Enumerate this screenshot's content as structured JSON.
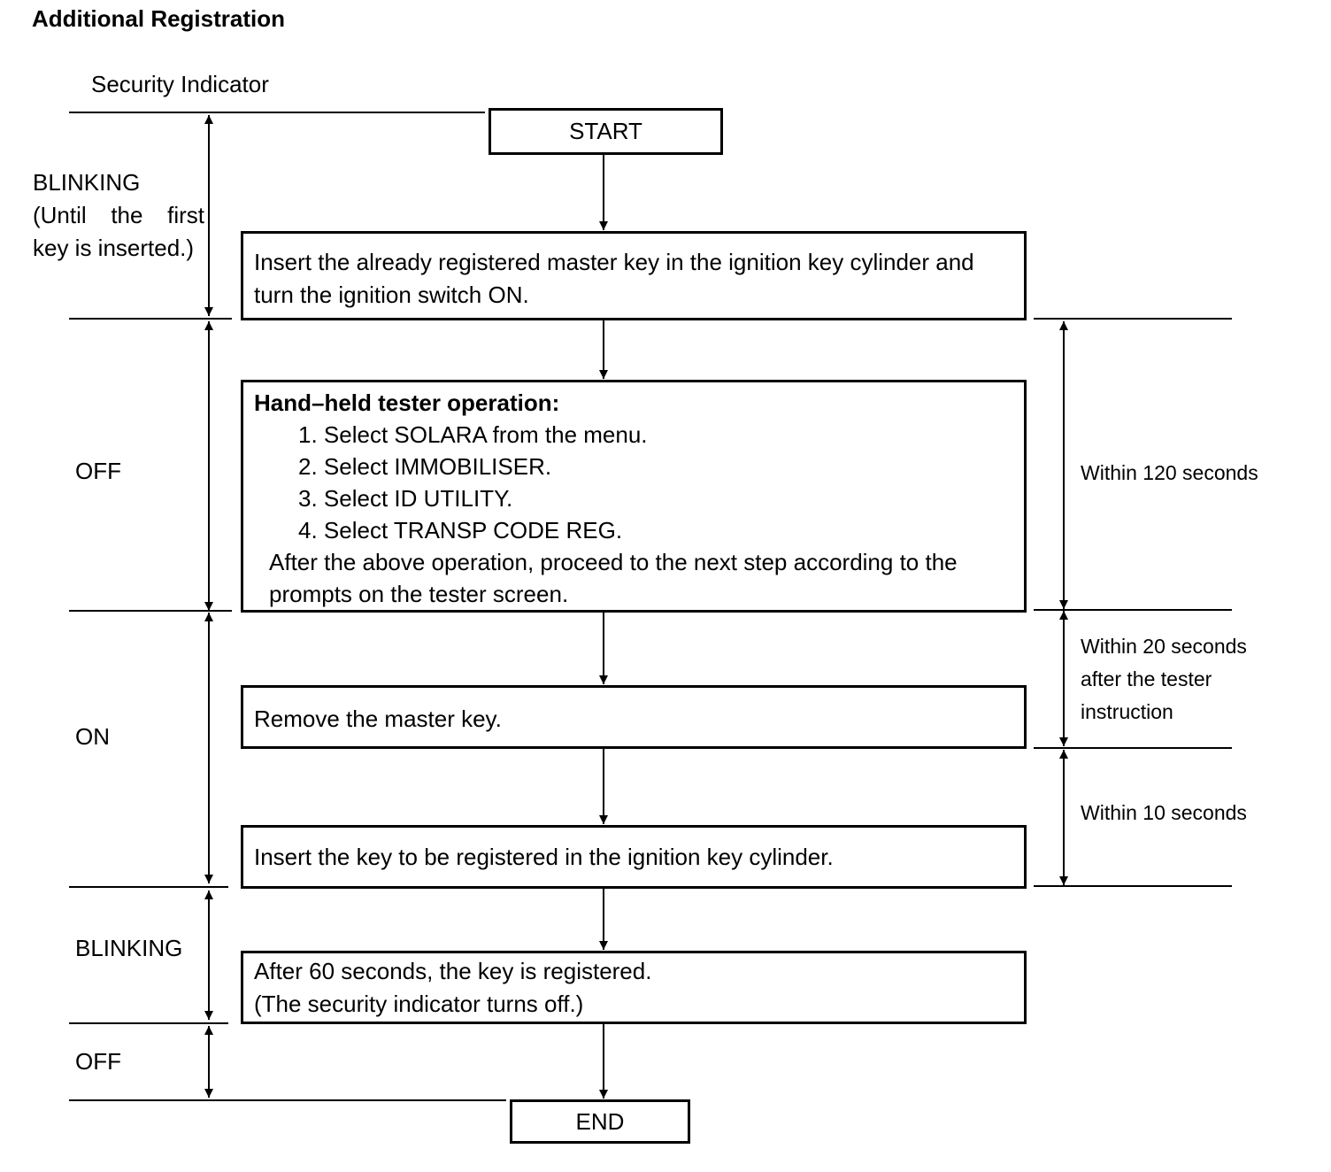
{
  "title": "Additional Registration",
  "security_indicator_label": "Security Indicator",
  "indicator_states": {
    "blinking_first": {
      "label": "BLINKING",
      "lines": [
        "(Until the first",
        "key is inserted.)"
      ]
    },
    "off_1": "OFF",
    "on": "ON",
    "blinking_second": "BLINKING",
    "off_2": "OFF"
  },
  "timing": {
    "within_120": "Within 120 seconds",
    "within_20": [
      "Within 20 seconds",
      "after the tester",
      "instruction"
    ],
    "within_10": "Within 10 seconds"
  },
  "flow": {
    "start": "START",
    "end": "END",
    "step1": [
      "Insert the already registered master key in the ignition key cylinder and",
      "turn the ignition switch ON."
    ],
    "step2": {
      "heading": "Hand–held tester operation:",
      "items": [
        "1. Select SOLARA from the menu.",
        "2. Select IMMOBILISER.",
        "3. Select ID UTILITY.",
        "4. Select TRANSP CODE REG."
      ],
      "note": [
        "After the above operation, proceed to the next step according to the",
        "prompts on the tester screen."
      ]
    },
    "step3": "Remove the master key.",
    "step4": "Insert the key to be registered in the ignition key cylinder.",
    "step5": [
      "After 60 seconds, the key is registered.",
      "(The security indicator turns off.)"
    ]
  }
}
